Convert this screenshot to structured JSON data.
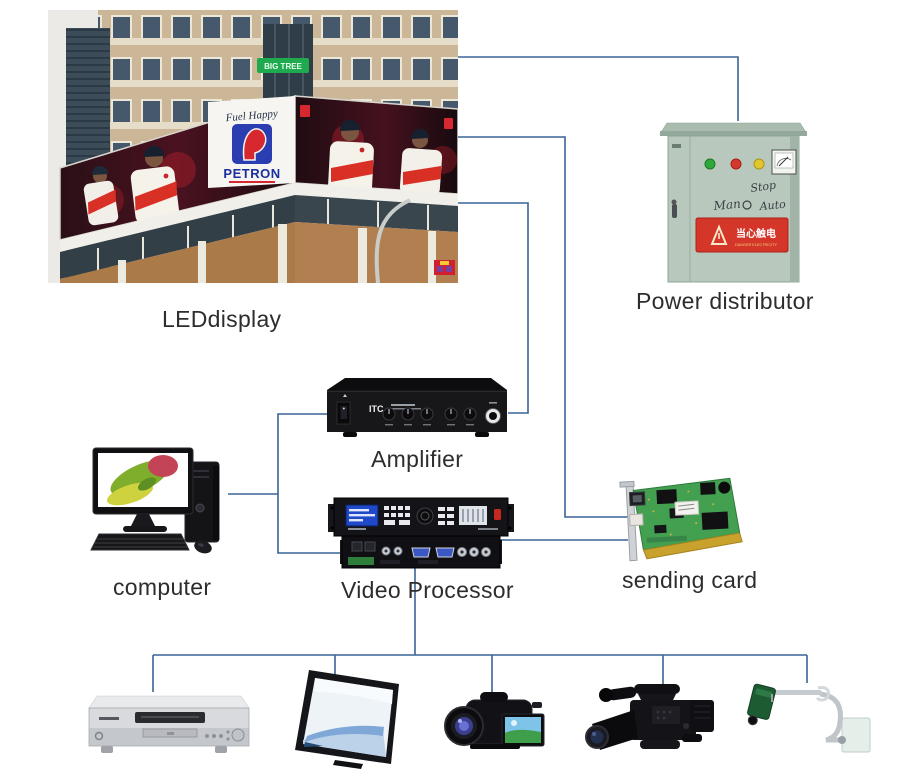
{
  "diagram_labels": {
    "led_display": "LEDdisplay",
    "power_distributor": "Power distributor",
    "amplifier": "Amplifier",
    "computer": "computer",
    "video_processor": "Video Processor",
    "sending_card": "sending card"
  },
  "billboard": {
    "brand": "PETRON",
    "slogan": "Fuel Happy",
    "building_sign": "BIG TREE"
  },
  "power_box": {
    "mode_stop": "Stop",
    "mode_man": "Man",
    "mode_auto": "Auto",
    "warning": "当心触电",
    "warning_sub": "DANGER ELECTRICITY"
  },
  "amplifier_device": {
    "brand": "ITC"
  },
  "colors": {
    "connector_line": "#3a6398",
    "background": "#ffffff",
    "label_text": "#2d2d2d",
    "cabinet_body": "#b9c8bd",
    "warning_red": "#d5362a",
    "pcb_green": "#44a051",
    "petron_blue": "#1b2f9e",
    "petron_red": "#d7282f"
  }
}
